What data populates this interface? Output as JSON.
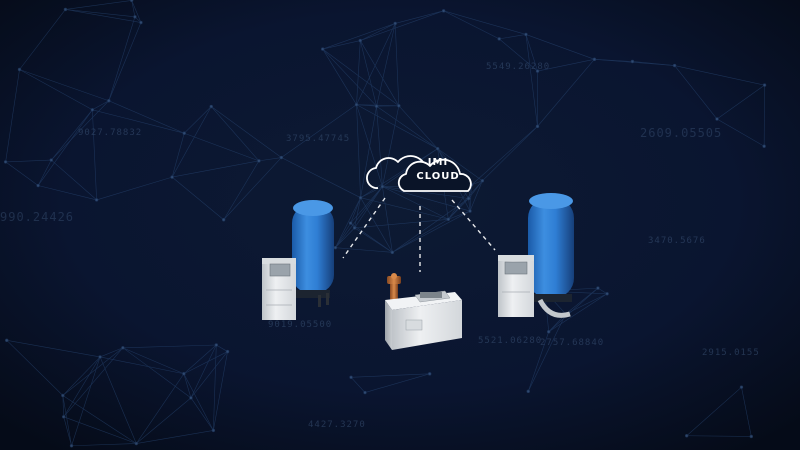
{
  "cloud": {
    "line1": "IMI",
    "line2": "CLOUD"
  },
  "background_numbers": [
    "5549.26280",
    "3795.47745",
    "2609.05505",
    "9027.78832",
    "990.24426",
    "3470.5676",
    "5521.06280",
    "2915.0155",
    "4427.3270",
    "9019.05500",
    "2757.68840"
  ],
  "icons": {
    "cloud": "cloud-icon",
    "devices": [
      "pressurisation-unit-left",
      "degasser-unit-center",
      "pressurisation-unit-right"
    ]
  },
  "colors": {
    "background": "#0a1428",
    "vessel_blue": "#2f7ed4",
    "unit_grey": "#e6e9ec",
    "network_lines": "#ffffff"
  }
}
